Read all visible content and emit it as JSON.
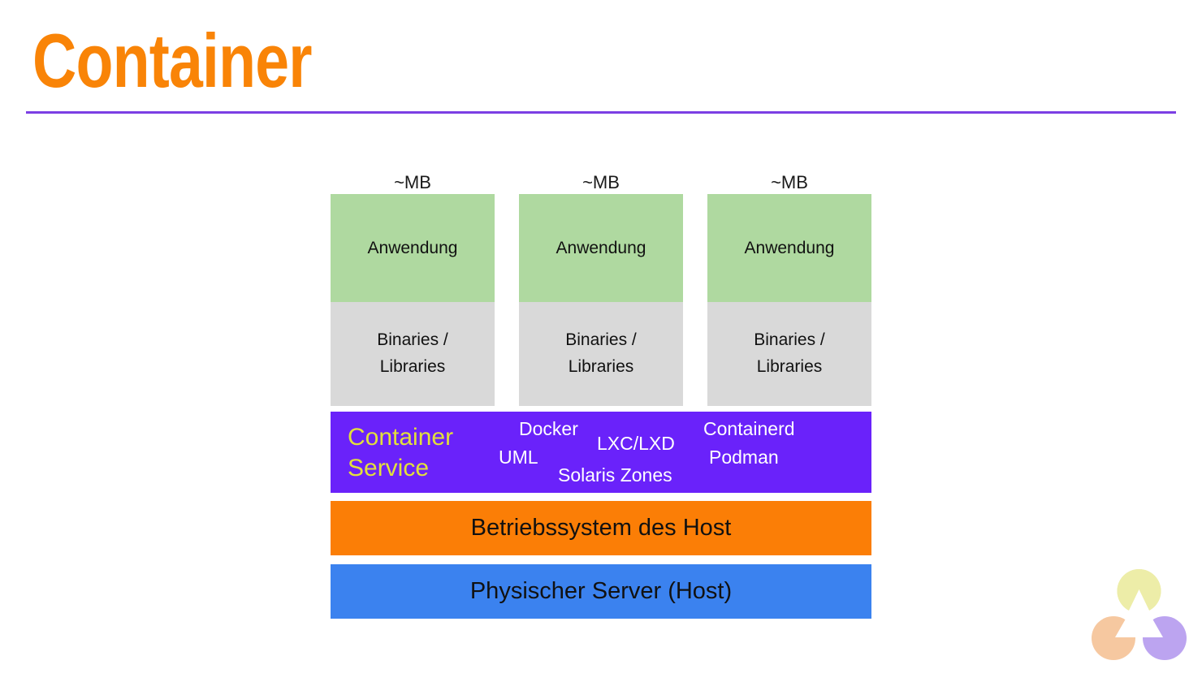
{
  "slide": {
    "title": "Container",
    "title_color": "#F98407",
    "rule_color": "#7B3FE4",
    "background": "#ffffff"
  },
  "diagram": {
    "columns": [
      {
        "size_label": "~MB",
        "application": "Anwendung",
        "binaries": "Binaries /\nLibraries",
        "binaries_line1": "Binaries /",
        "binaries_line2": "Libraries",
        "app_color": "#AFD9A0",
        "bin_color": "#D9D9D9"
      },
      {
        "size_label": "~MB",
        "application": "Anwendung",
        "binaries": "Binaries /\nLibraries",
        "binaries_line1": "Binaries /",
        "binaries_line2": "Libraries",
        "app_color": "#AFD9A0",
        "bin_color": "#D9D9D9"
      },
      {
        "size_label": "~MB",
        "application": "Anwendung",
        "binaries": "Binaries /\nLibraries",
        "binaries_line1": "Binaries /",
        "binaries_line2": "Libraries",
        "app_color": "#AFD9A0",
        "bin_color": "#D9D9D9"
      }
    ],
    "service_band": {
      "title_line1": "Container",
      "title_line2": "Service",
      "background": "#6A22FA",
      "title_color": "#E3E03A",
      "tech_color": "#ffffff",
      "technologies": [
        "Docker",
        "UML",
        "LXC/LXD",
        "Solaris Zones",
        "Containerd",
        "Podman"
      ]
    },
    "bands": [
      {
        "label": "Betriebssystem des Host",
        "color": "#FB7E06"
      },
      {
        "label": "Physischer Server (Host)",
        "color": "#3B82EF"
      }
    ]
  },
  "logo": {
    "name": "three-wedge-logo",
    "colors": {
      "top": "#EDEDA8",
      "bottom_left": "#F6C8A0",
      "bottom_right": "#BCA4F0"
    }
  }
}
